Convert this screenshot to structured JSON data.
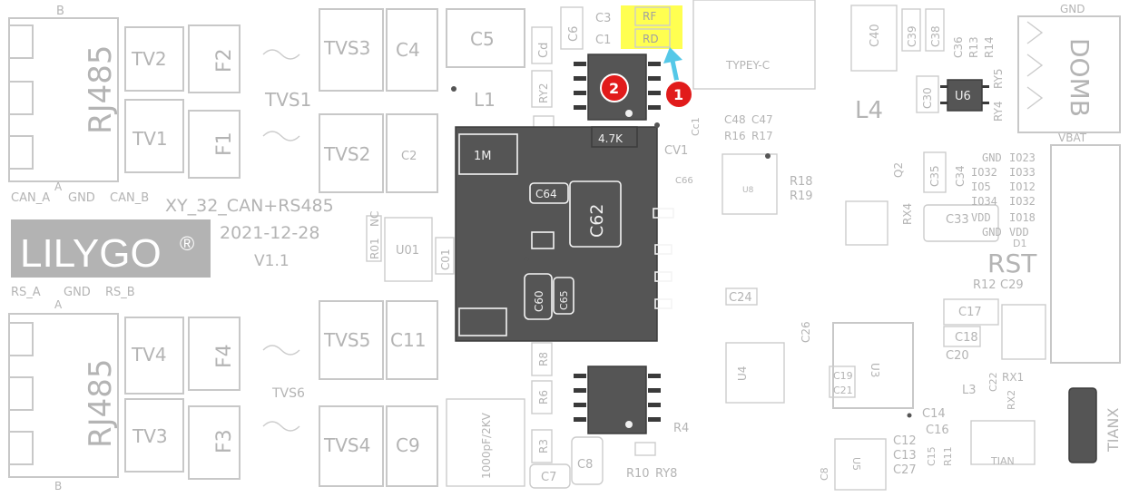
{
  "board": {
    "title": "XY_32_CAN+RS485",
    "date": "2021-12-28",
    "version": "V1.1",
    "logo": "LILYGO",
    "logo_mark": "®"
  },
  "left_top": {
    "connector": "RJ485",
    "pin_top": "B",
    "pin_bottom": "A",
    "pins": [
      "CAN_A",
      "GND",
      "CAN_B"
    ]
  },
  "left_bottom": {
    "connector": "RJ485",
    "pin_top": "A",
    "pin_bottom": "B",
    "pins": [
      "RS_A",
      "GND",
      "RS_B"
    ]
  },
  "parts_top": [
    "TV2",
    "TV1",
    "F2",
    "F1",
    "TVS1",
    "TVS3",
    "TVS2",
    "C4",
    "C2",
    "C5",
    "L1",
    "C6",
    "C3",
    "C1",
    "Cd",
    "RY2",
    "C5"
  ],
  "parts_bottom": [
    "TV4",
    "TV3",
    "F4",
    "F3",
    "TVS6",
    "TVS5",
    "TVS4",
    "C11",
    "C9",
    "1000pF/2KV",
    "R8",
    "R6",
    "R3",
    "C7",
    "C8",
    "R4",
    "R10",
    "RY8"
  ],
  "parts_mid": [
    "1M",
    "C64",
    "C62",
    "C60",
    "C65",
    "NC",
    "R01",
    "U01",
    "C01",
    "4.7K",
    "CV1",
    "C66",
    "C48",
    "C47",
    "R16",
    "R17",
    "R18",
    "R19",
    "C24",
    "C26",
    "U8",
    "U4",
    "Cc1"
  ],
  "parts_right": [
    "TYPEY-C",
    "C40",
    "C39",
    "C38",
    "C36",
    "R13",
    "R14",
    "L4",
    "C30",
    "U6",
    "RY4",
    "RY5",
    "GND",
    "DOMB",
    "VBAT",
    "Q2",
    "C35",
    "C34",
    "C33",
    "RX4",
    "RST",
    "R12",
    "C29",
    "C17",
    "C18",
    "C20",
    "U3",
    "C19",
    "C21",
    "L3",
    "C22",
    "RX1",
    "RX2",
    "C14",
    "C16",
    "C12",
    "C13",
    "C27",
    "C15",
    "R11",
    "U5",
    "C8",
    "TIAN",
    "TIANX",
    "D1"
  ],
  "header_labels": [
    "GND",
    "IO23",
    "IO32",
    "IO33",
    "IO5",
    "IO12",
    "IO34",
    "IO32",
    "VDD",
    "IO18",
    "GND",
    "VDD"
  ],
  "highlight": {
    "top": "RF",
    "bottom": "RD"
  },
  "markers": [
    "1",
    "2"
  ],
  "colors": {
    "silkscreen": "#c8c8c8",
    "chip": "#555555",
    "highlight": "#ffff33",
    "marker": "#e11b1b",
    "arrow": "#55c8e8"
  }
}
